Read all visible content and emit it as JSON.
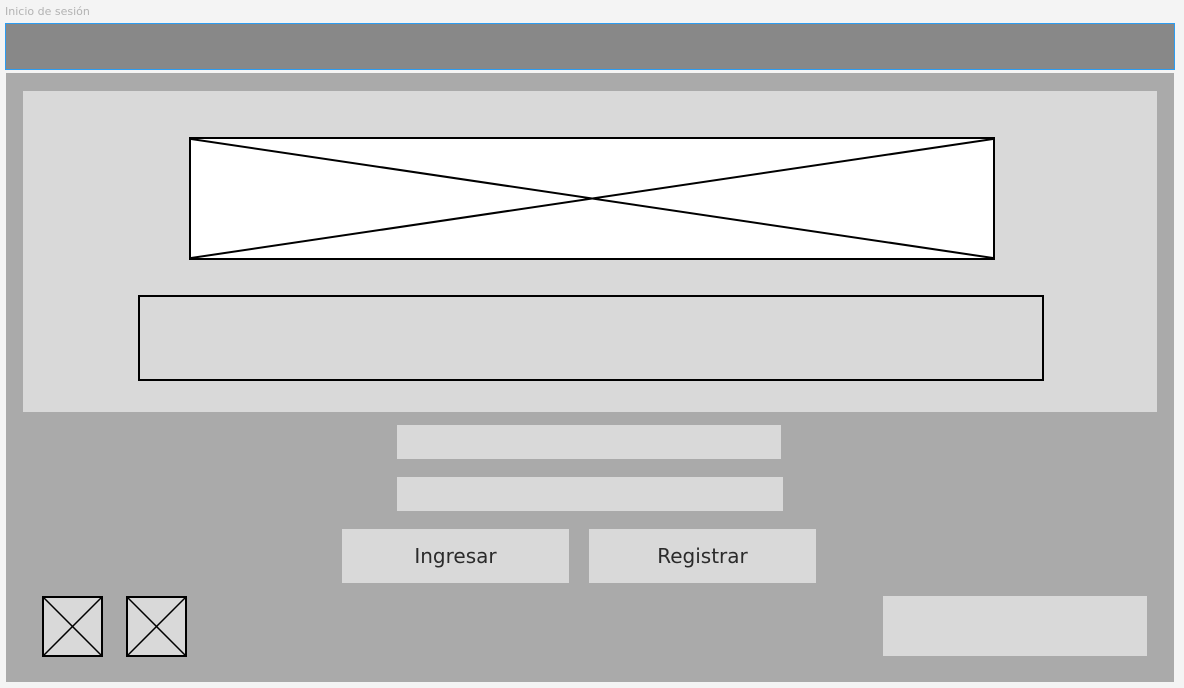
{
  "frame": {
    "label": "Inicio de sesión"
  },
  "header": {
    "title": ""
  },
  "hero": {
    "image_icon": "image-placeholder-icon",
    "banner_text": ""
  },
  "form": {
    "username": {
      "value": "",
      "placeholder": ""
    },
    "password": {
      "value": "",
      "placeholder": ""
    }
  },
  "actions": {
    "login_label": "Ingresar",
    "register_label": "Registrar"
  },
  "footer": {
    "icons": [
      "image-placeholder-icon",
      "image-placeholder-icon"
    ],
    "corner_text": ""
  },
  "colors": {
    "header_bar": "#888888",
    "header_border": "#2d9cf0",
    "app_background": "#aaaaaa",
    "panel": "#d9d9d9",
    "label_text": "#b3b3b3"
  }
}
